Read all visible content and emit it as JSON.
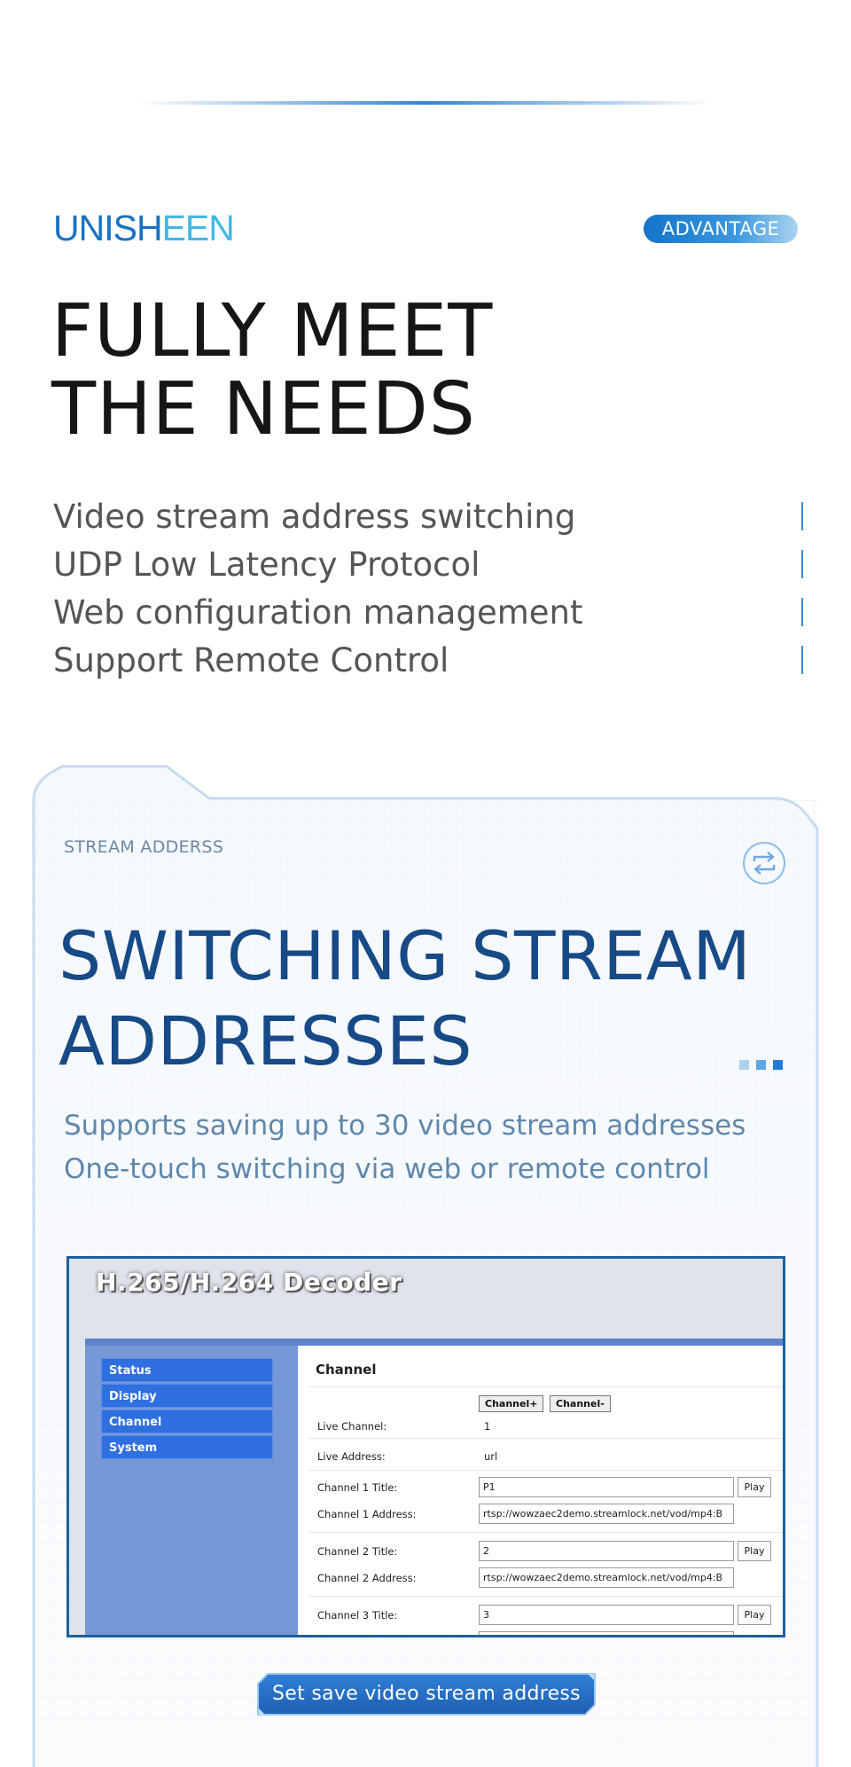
{
  "brand": {
    "logo_part1": "UNISH",
    "logo_part2": "EEN",
    "badge": "ADVANTAGE"
  },
  "hero": {
    "line1": "FULLY MEET",
    "line2": "THE NEEDS"
  },
  "features": [
    "Video stream address switching",
    "UDP Low Latency Protocol",
    "Web configuration management",
    "Support Remote Control"
  ],
  "section": {
    "label": "STREAM ADDERSS",
    "title_line1": "SWITCHING STREAM",
    "title_line2": "ADDRESSES",
    "desc_line1": "Supports saving up to 30 video stream addresses",
    "desc_line2": "One-touch switching via web or remote control",
    "icon": "switch-arrows-icon"
  },
  "screenshot": {
    "title": "H.265/H.264 Decoder",
    "nav": [
      "Status",
      "Display",
      "Channel",
      "System"
    ],
    "panel_title": "Channel",
    "btn_next": "Channel+",
    "btn_prev": "Channel-",
    "live_channel_label": "Live Channel:",
    "live_channel_value": "1",
    "live_address_label": "Live Address:",
    "live_address_value": "url",
    "rows": [
      {
        "title_label": "Channel 1 Title:",
        "title_value": "P1",
        "addr_label": "Channel 1 Address:",
        "addr_value": "rtsp://wowzaec2demo.streamlock.net/vod/mp4:B",
        "play": "Play"
      },
      {
        "title_label": "Channel 2 Title:",
        "title_value": "2",
        "addr_label": "Channel 2 Address:",
        "addr_value": "rtsp://wowzaec2demo.streamlock.net/vod/mp4:B",
        "play": "Play"
      },
      {
        "title_label": "Channel 3 Title:",
        "title_value": "3",
        "play": "Play"
      }
    ]
  },
  "cta": "Set save video stream address",
  "colors": {
    "accent": "#1b72c2",
    "title": "#174a86",
    "desc": "#5f87ad"
  }
}
